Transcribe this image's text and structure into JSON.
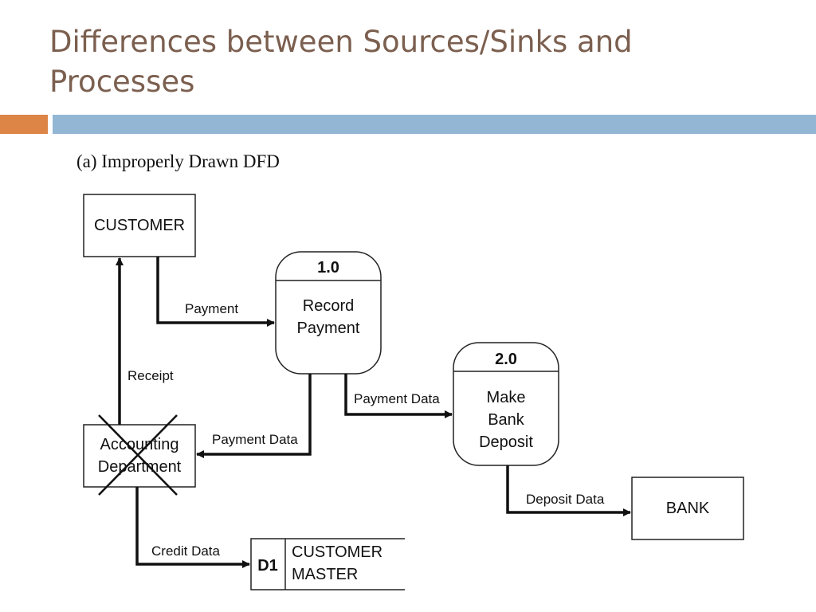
{
  "slide": {
    "title_line1": "Differences between Sources/Sinks and",
    "title_line2": "Processes",
    "caption": "(a) Improperly Drawn DFD"
  },
  "diagram": {
    "entities": {
      "customer": "CUSTOMER",
      "accounting_line1": "Accounting",
      "accounting_line2": "Department",
      "bank": "BANK"
    },
    "processes": {
      "p1": {
        "id": "1.0",
        "line1": "Record",
        "line2": "Payment"
      },
      "p2": {
        "id": "2.0",
        "line1": "Make",
        "line2": "Bank",
        "line3": "Deposit"
      }
    },
    "datastore": {
      "id": "D1",
      "line1": "CUSTOMER",
      "line2": "MASTER"
    },
    "flows": {
      "payment": "Payment",
      "receipt": "Receipt",
      "payment_data_to_p2": "Payment Data",
      "payment_data_to_accounting": "Payment Data",
      "deposit_data": "Deposit Data",
      "credit_data": "Credit Data"
    }
  }
}
